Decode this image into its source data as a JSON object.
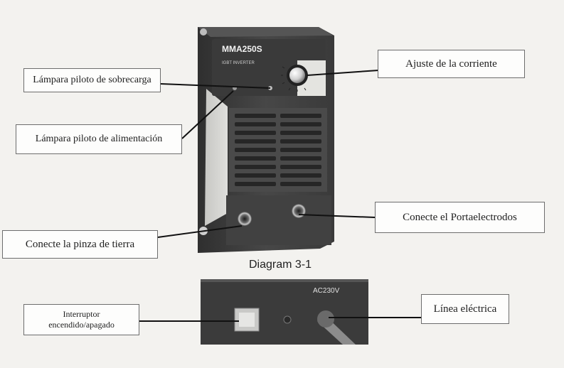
{
  "device": {
    "model": "MMA250S",
    "sub_text": "IGBT INVERTER",
    "power_label": "AC230V"
  },
  "labels": {
    "overload_lamp": "Lámpara piloto de sobrecarga",
    "power_lamp": "Lámpara piloto de alimentación",
    "current_adjust": "Ajuste de la corriente",
    "ground_clamp": "Conecte la pinza de tierra",
    "electrode_holder": "Conecte el Portaelectrodos",
    "power_switch_line1": "Interruptor",
    "power_switch_line2": "encendido/apagado",
    "power_line": "Línea eléctrica"
  },
  "caption": "Diagram 3-1",
  "colors": {
    "body_dark": "#3e3e3e",
    "panel_light": "#e9e9e6",
    "background": "#f3f2ef"
  }
}
